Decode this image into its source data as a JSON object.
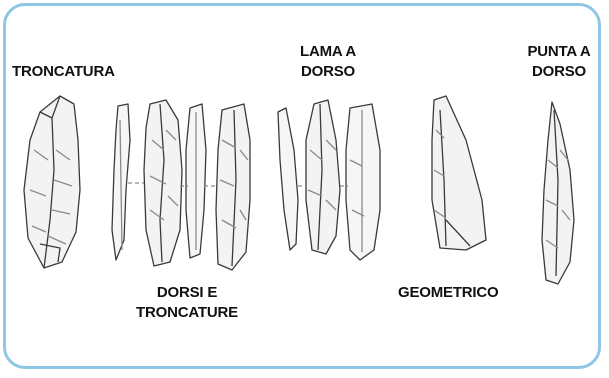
{
  "panel": {
    "border_color": "#8fc6e6",
    "labels": {
      "troncatura": "TRONCATURA",
      "lama_line1": "LAMA A",
      "lama_line2": "DORSO",
      "punta_line1": "PUNTA A",
      "punta_line2": "DORSO",
      "dorsi_line1": "DORSI E",
      "dorsi_line2": "TRONCATURE",
      "geometrico": "GEOMETRICO"
    }
  },
  "colors": {
    "ink": "#3a3a3a",
    "shade": "#8a8a8a"
  }
}
